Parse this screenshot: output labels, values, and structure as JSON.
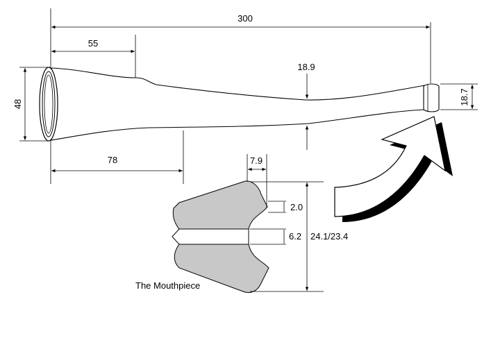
{
  "dimensions": {
    "overall_length": "300",
    "bell_section": "55",
    "bell_diameter": "48",
    "tube_diameter": "18.9",
    "end_diameter": "18.7",
    "lower_length": "78",
    "mouthpiece_width": "7.9",
    "mouthpiece_gap": "2.0",
    "mouthpiece_bore": "6.2",
    "mouthpiece_height": "24.1/23.4"
  },
  "caption": "The Mouthpiece",
  "colors": {
    "stroke": "#000000",
    "mouthpiece_fill": "#c8c8c8",
    "background": "#ffffff"
  }
}
